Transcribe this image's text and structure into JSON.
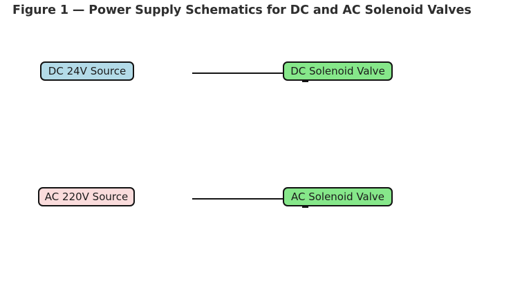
{
  "figure": {
    "title": "Figure 1 — Power Supply Schematics for DC and AC Solenoid Valves",
    "background_color": "#ffffff"
  },
  "diagram": {
    "type": "schematic-block-diagram",
    "colors": {
      "dc_source_fill": "#b3dbe8",
      "ac_source_fill": "#fadcdc",
      "valve_fill": "#86e78a",
      "border": "#121212",
      "wire": "#141414",
      "title_text": "#2e2e2e",
      "node_text": "#1b1b1b"
    },
    "rows": [
      {
        "id": "dc-circuit",
        "source": {
          "label": "DC 24V Source",
          "fill": "#b3dbe8"
        },
        "valve": {
          "label": "DC Solenoid Valve",
          "fill": "#86e78a"
        },
        "connector": {
          "style": "solid",
          "arrowhead": "none",
          "label": ""
        }
      },
      {
        "id": "ac-circuit",
        "source": {
          "label": "AC 220V Source",
          "fill": "#fadcdc"
        },
        "valve": {
          "label": "AC Solenoid Valve",
          "fill": "#86e78a"
        },
        "connector": {
          "style": "solid",
          "arrowhead": "none",
          "label": ""
        }
      }
    ]
  }
}
